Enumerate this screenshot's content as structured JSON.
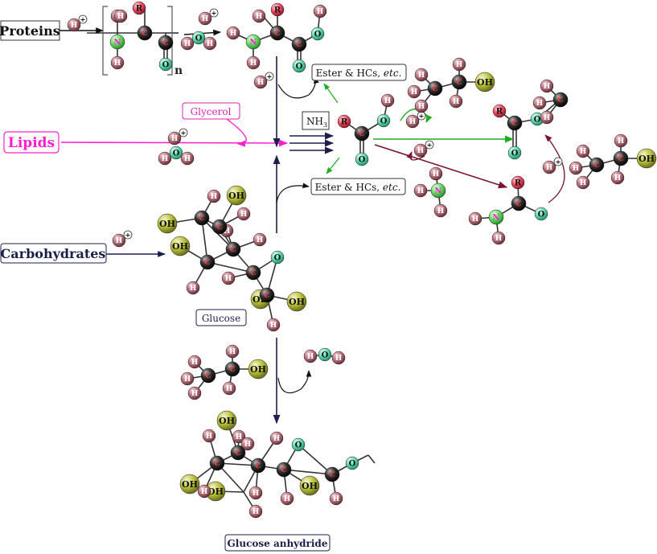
{
  "sources": {
    "proteins": "Proteins",
    "lipids": "Lipids",
    "carbohydrates": "Carbohydrates"
  },
  "boxes": {
    "glycerol": "Glycerol",
    "ester_top_main": "Ester & HCs, ",
    "ester_top_etc": "etc.",
    "ester_bottom_main": "Ester & HCs, ",
    "ester_bottom_etc": "etc.",
    "glucose": "Glucose",
    "glucose_anhydride": "Glucose anhydride"
  },
  "reagents": {
    "ammonia_main": "NH",
    "ammonia_sub": "3",
    "polymer_subscript": "n"
  },
  "atoms": {
    "h": "H",
    "c": "C",
    "n": "N",
    "o": "O",
    "r": "R",
    "oh": "OH",
    "plus": "+"
  },
  "colors": {
    "hydrogen": "#9a5760",
    "carbon": "#2b2b2b",
    "nitrogen": "#5cd65c",
    "oxygen": "#4fd0a8",
    "r_group": "#e8455a",
    "hydroxyl": "#b5bd3a",
    "lipid_flow": "#ff1fd2",
    "glycerol_text": "#e020b8",
    "green_flow": "#22aa22",
    "maroon_flow": "#7a1430",
    "navy_flow": "#1c1f4a"
  }
}
